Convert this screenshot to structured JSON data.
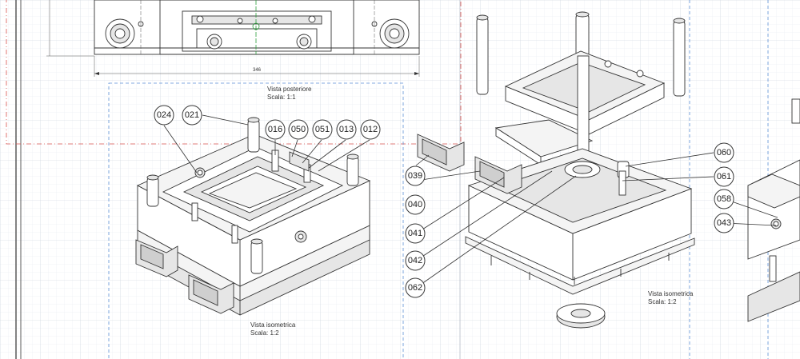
{
  "drawing": {
    "dimension_top": "346",
    "views": {
      "rear": {
        "title": "Vista posteriore",
        "scale": "Scala:  1:1"
      },
      "iso_left": {
        "title": "Vista isometrica",
        "scale": "Scala:  1:2"
      },
      "iso_right": {
        "title": "Vista isometrica",
        "scale": "Scala:  1:2"
      }
    },
    "balloons": [
      {
        "label": "024"
      },
      {
        "label": "021"
      },
      {
        "label": "016"
      },
      {
        "label": "050"
      },
      {
        "label": "051"
      },
      {
        "label": "013"
      },
      {
        "label": "012"
      },
      {
        "label": "039"
      },
      {
        "label": "040"
      },
      {
        "label": "041"
      },
      {
        "label": "042"
      },
      {
        "label": "062"
      },
      {
        "label": "060"
      },
      {
        "label": "061"
      },
      {
        "label": "058"
      },
      {
        "label": "043"
      }
    ]
  },
  "colors": {
    "grid": "#d9dee8",
    "frame_red": "#d9534f",
    "frame_blue": "#5b8fd6",
    "line": "#333333"
  }
}
